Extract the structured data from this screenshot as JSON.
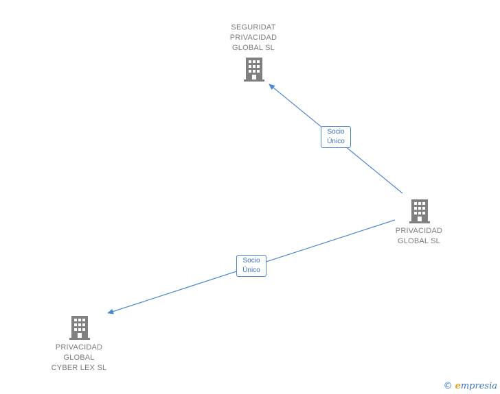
{
  "nodes": {
    "top": {
      "lines": [
        "SEGURIDAT",
        "PRIVACIDAD",
        "GLOBAL  SL"
      ]
    },
    "right": {
      "lines": [
        "PRIVACIDAD",
        "GLOBAL  SL"
      ]
    },
    "bottom": {
      "lines": [
        "PRIVACIDAD",
        "GLOBAL",
        "CYBER LEX  SL"
      ]
    }
  },
  "edges": {
    "right_to_top": {
      "lines": [
        "Socio",
        "Único"
      ]
    },
    "right_to_bottom": {
      "lines": [
        "Socio",
        "Único"
      ]
    }
  },
  "brand": {
    "copyright": "©",
    "initial": "e",
    "rest": "mpresia"
  },
  "colors": {
    "edge": "#4a88d4",
    "node_icon": "#808080",
    "node_text": "#7a7a7a"
  }
}
